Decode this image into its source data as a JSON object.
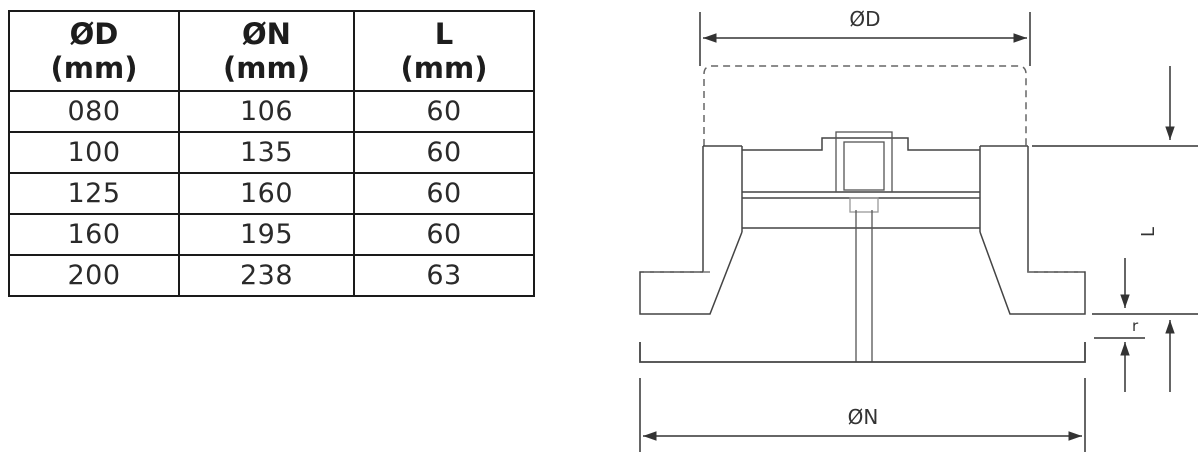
{
  "table": {
    "headers": [
      {
        "symbol": "ØD",
        "unit": "(mm)"
      },
      {
        "symbol": "ØN",
        "unit": "(mm)"
      },
      {
        "symbol": "L",
        "unit": "(mm)"
      }
    ],
    "rows": [
      [
        "080",
        "106",
        "60"
      ],
      [
        "100",
        "135",
        "60"
      ],
      [
        "125",
        "160",
        "60"
      ],
      [
        "160",
        "195",
        "60"
      ],
      [
        "200",
        "238",
        "63"
      ]
    ]
  },
  "drawing": {
    "labels": {
      "outer_diameter": "ØD",
      "base_diameter": "ØN",
      "length": "L",
      "rim": "r"
    }
  }
}
